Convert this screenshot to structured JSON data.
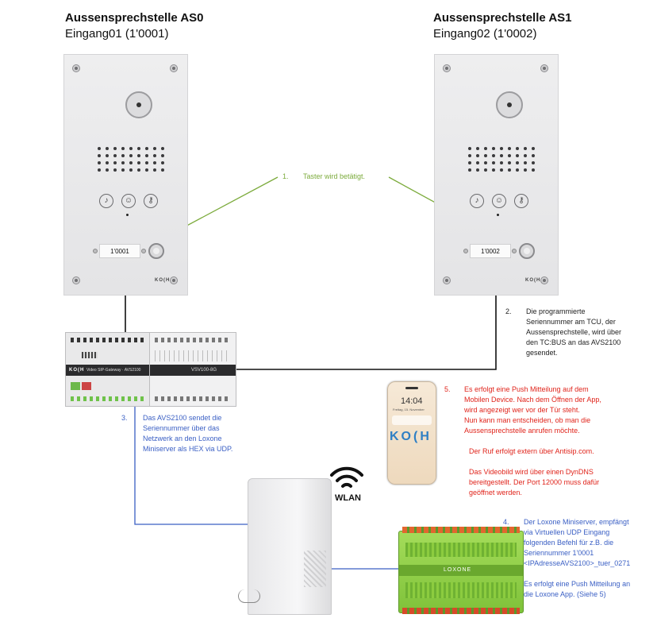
{
  "stations": [
    {
      "title": "Aussensprechstelle AS0",
      "subtitle": "Eingang01 (1'0001)",
      "nameplate": "1'0001",
      "brand": "KO(H"
    },
    {
      "title": "Aussensprechstelle AS1",
      "subtitle": "Eingang02 (1'0002)",
      "nameplate": "1'0002",
      "brand": "KO(H"
    }
  ],
  "steps": {
    "step1": {
      "number": "1.",
      "text": "Taster wird betätigt."
    },
    "step2": {
      "number": "2.",
      "lines": [
        "Die programmierte",
        "Seriennummer am TCU, der",
        "Aussensprechstelle, wird über",
        "den TC:BUS an das AVS2100",
        "gesendet."
      ]
    },
    "step3": {
      "number": "3.",
      "lines": [
        "Das AVS2100 sendet die",
        "Seriennummer über das",
        "Netzwerk an den Loxone",
        "Miniserver als HEX via UDP."
      ]
    },
    "step4": {
      "number": "4.",
      "lines": [
        "Der Loxone Miniserver, empfängt",
        "via Virtuellen UDP Eingang",
        "folgenden Befehl für z.B. die",
        "Seriennummer 1'0001",
        "<IPAdresseAVS2100>_tuer_0271",
        "",
        "Es erfolgt eine Push Mitteilung an",
        "die Loxone App. (Siehe 5)"
      ]
    },
    "step5": {
      "number": "5.",
      "lines": [
        "Es erfolgt eine Push Mitteilung auf dem",
        "Mobilen Device. Nach dem Öffnen der App,",
        "wird angezeigt wer vor der Tür steht.",
        "Nun kann man entscheiden, ob man die",
        "Aussensprechstelle anrufen möchte."
      ],
      "line2": "Der Ruf erfolgt extern über Antisip.com.",
      "line3": [
        "Das Videobild wird über einen DynDNS",
        "bereitgestellt. Der Port 12000 muss dafür",
        "geöffnet werden."
      ]
    }
  },
  "phone": {
    "time": "14:04",
    "date": "Freitag, 15. November",
    "brand": "KO(H"
  },
  "router": {
    "wlan_label": "WLAN"
  },
  "devices": {
    "avs_label": "Video SIP-Gateway · AVS2100",
    "koch_label": "KO(H",
    "vsv_label": "VSV100-8G",
    "loxone_label": "LOXONE"
  },
  "colors": {
    "green_arrow": "#7cab3c",
    "blue_line": "#3a5fc4",
    "red_text": "#e0241b",
    "loxone_green": "#8ccc3f"
  }
}
